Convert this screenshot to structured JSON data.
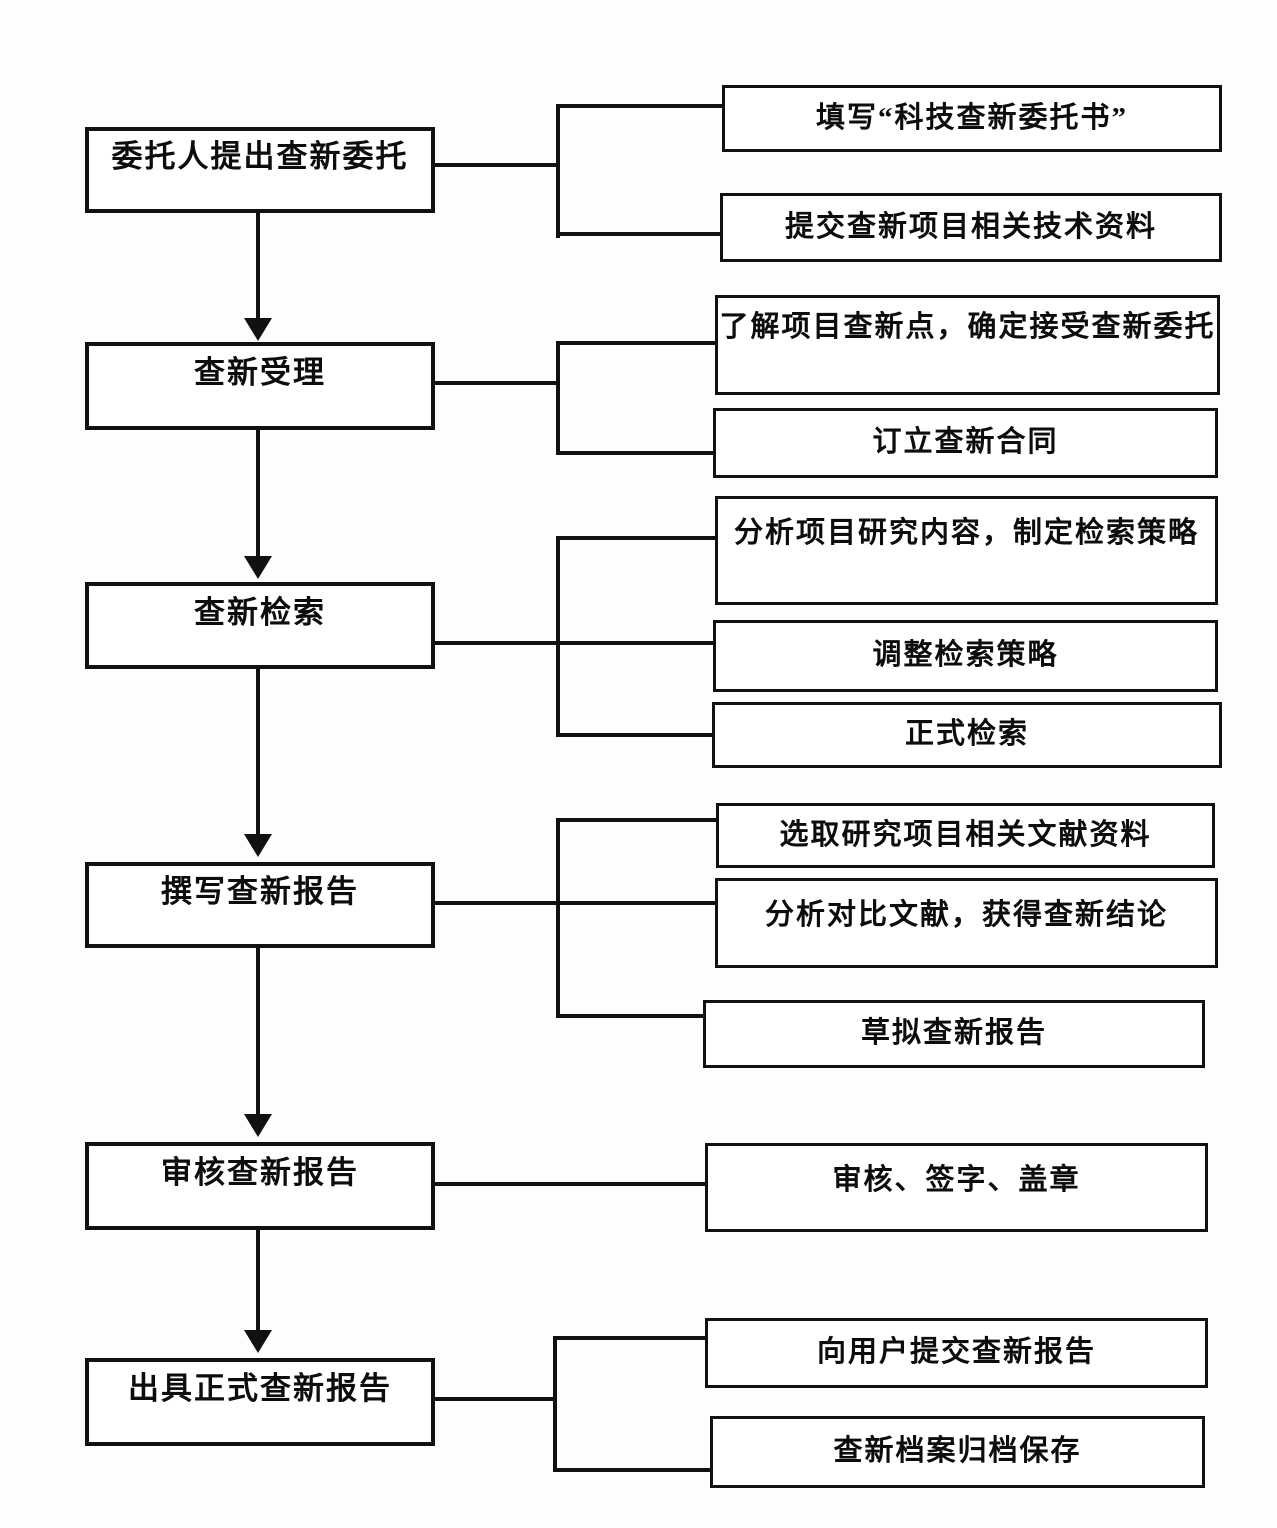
{
  "flow": {
    "stages": [
      {
        "label": "委托人提出查新委托",
        "substeps": [
          "填写“科技查新委托书”",
          "提交查新项目相关技术资料"
        ]
      },
      {
        "label": "查新受理",
        "substeps": [
          "了解项目查新点，确定接受查新委托",
          "订立查新合同"
        ]
      },
      {
        "label": "查新检索",
        "substeps": [
          "分析项目研究内容，制定检索策略",
          "调整检索策略",
          "正式检索"
        ]
      },
      {
        "label": "撰写查新报告",
        "substeps": [
          "选取研究项目相关文献资料",
          "分析对比文献，获得查新结论",
          "草拟查新报告"
        ]
      },
      {
        "label": "审核查新报告",
        "substeps": [
          "审核、签字、盖章"
        ]
      },
      {
        "label": "出具正式查新报告",
        "substeps": [
          "向用户提交查新报告",
          "查新档案归档保存"
        ]
      }
    ]
  },
  "colors": {
    "line": "#111111",
    "paper": "#fdfdfd",
    "box_background": "#ffffff"
  }
}
